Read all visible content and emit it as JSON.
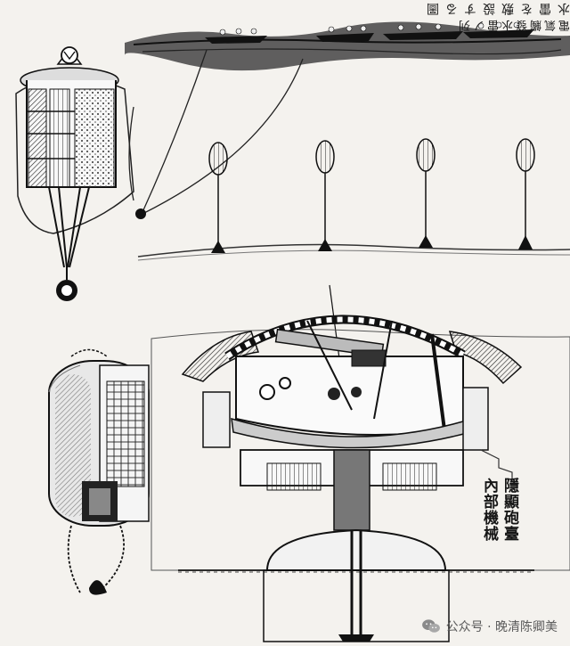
{
  "captions": {
    "top": "水雷を敷設する圖",
    "middle": "電氣觸發水雷ノ列",
    "right_col_1": "隱顯砲臺",
    "right_col_2": "內部機械"
  },
  "watermark": {
    "text": "公众号 · 晚清陈卿美",
    "icon": "wechat-icon"
  },
  "colors": {
    "paper": "#f4f2ee",
    "ink": "#1b1b1b"
  }
}
